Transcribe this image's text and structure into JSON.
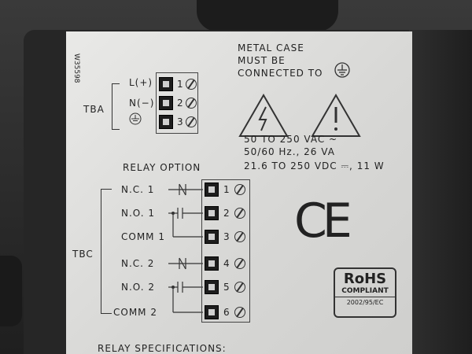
{
  "plate": {
    "part_code": "W35598",
    "header": [
      "METAL CASE",
      "MUST BE",
      "CONNECTED TO"
    ],
    "power_ac_1": "50 TO 250 VAC ~",
    "power_ac_2": "50/60 Hz., 26 VA",
    "power_dc": "21.6 TO 250 VDC ⎓, 11 W",
    "relay_option": "RELAY OPTION",
    "tba_label": "TBA",
    "tba_terms": [
      {
        "label": "L(+)",
        "num": "1"
      },
      {
        "label": "N(−)",
        "num": "2"
      },
      {
        "label": "",
        "num": "3"
      }
    ],
    "tbc_label": "TBC",
    "tbc_terms": [
      {
        "label": "N.C. 1",
        "num": "1"
      },
      {
        "label": "N.O. 1",
        "num": "2"
      },
      {
        "label": "COMM 1",
        "num": "3"
      },
      {
        "label": "N.C. 2",
        "num": "4"
      },
      {
        "label": "N.O. 2",
        "num": "5"
      },
      {
        "label": "COMM 2",
        "num": "6"
      }
    ],
    "ce_mark": "CE",
    "rohs_title": "RoHS",
    "rohs_sub": "COMPLIANT",
    "rohs_code": "2002/95/EC",
    "footer": "RELAY SPECIFICATIONS:"
  },
  "colors": {
    "plate": "#dcdcda",
    "case": "#262626",
    "ink": "#222222"
  }
}
